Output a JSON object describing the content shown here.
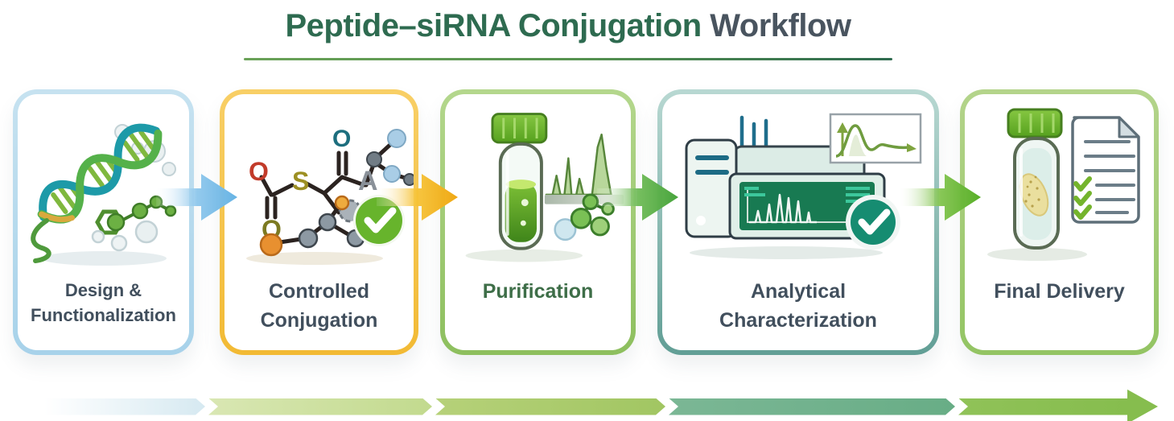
{
  "header": {
    "title_primary": "Peptide–siRNA Conjugation",
    "title_secondary": " Workflow"
  },
  "steps": [
    {
      "id": "design-functionalization",
      "lines": [
        "Design &",
        "Functionalization"
      ],
      "icon": "dna-helix-molecule-icon",
      "border_color": "#a7d2ea"
    },
    {
      "id": "controlled-conjugation",
      "lines": [
        "Controlled",
        "Conjugation"
      ],
      "icon": "thioester-molecule-check-icon",
      "border_color": "#f2ba34"
    },
    {
      "id": "purification",
      "lines": [
        "Purification"
      ],
      "icon": "vial-chromatogram-molecule-icon",
      "border_color": "#8dbf5e"
    },
    {
      "id": "analytical-characterization",
      "lines": [
        "Analytical",
        "Characterization"
      ],
      "icon": "instrument-screen-check-icon",
      "border_color": "#619e95"
    },
    {
      "id": "final-delivery",
      "lines": [
        "Final Delivery"
      ],
      "icon": "vial-checklist-icon",
      "border_color": "#93c463"
    }
  ],
  "connectors": [
    {
      "from": "design-functionalization",
      "to": "controlled-conjugation",
      "color": "#7fc0e8"
    },
    {
      "from": "controlled-conjugation",
      "to": "purification",
      "color": "#f2b11d"
    },
    {
      "from": "purification",
      "to": "analytical-characterization",
      "color": "#53ae47"
    },
    {
      "from": "analytical-characterization",
      "to": "final-delivery",
      "color": "#68ba33"
    }
  ],
  "progress_arrow": {
    "direction": "left-to-right",
    "segment_colors": [
      "#d6e9f1",
      "#c2da8e",
      "#a1c662",
      "#68ad86",
      "#86bd4e"
    ]
  },
  "palette": {
    "title_green": "#2e6b50",
    "title_gray": "#49545f",
    "underline_green": "#579350",
    "label_slate": "#414f5d",
    "label_green": "#3e6e48",
    "check_green": "#67b42c",
    "check_teal": "#168c71"
  }
}
